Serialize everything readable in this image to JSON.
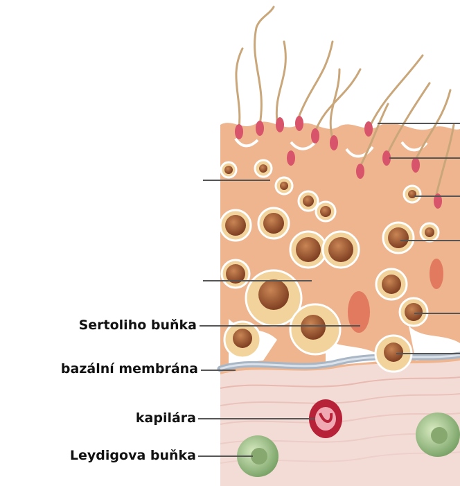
{
  "labels": {
    "sertoli": "Sertoliho buňka",
    "basal_membrane": "bazální membrána",
    "capillary": "kapilára",
    "leydig": "Leydigova buňka"
  },
  "colors": {
    "tissue": "#eeb58f",
    "tissue_dark": "#d98e68",
    "cell_fill": "#f2d39c",
    "nucleus": "#9a5230",
    "membrane": "#a8b4c4",
    "connective": "#f2d8d4",
    "capillary": "#c8283c",
    "leydig": "#a7c48c",
    "sperm_head": "#d8546a",
    "sperm_tail": "#c9a77a",
    "leader_line": "#555555"
  }
}
